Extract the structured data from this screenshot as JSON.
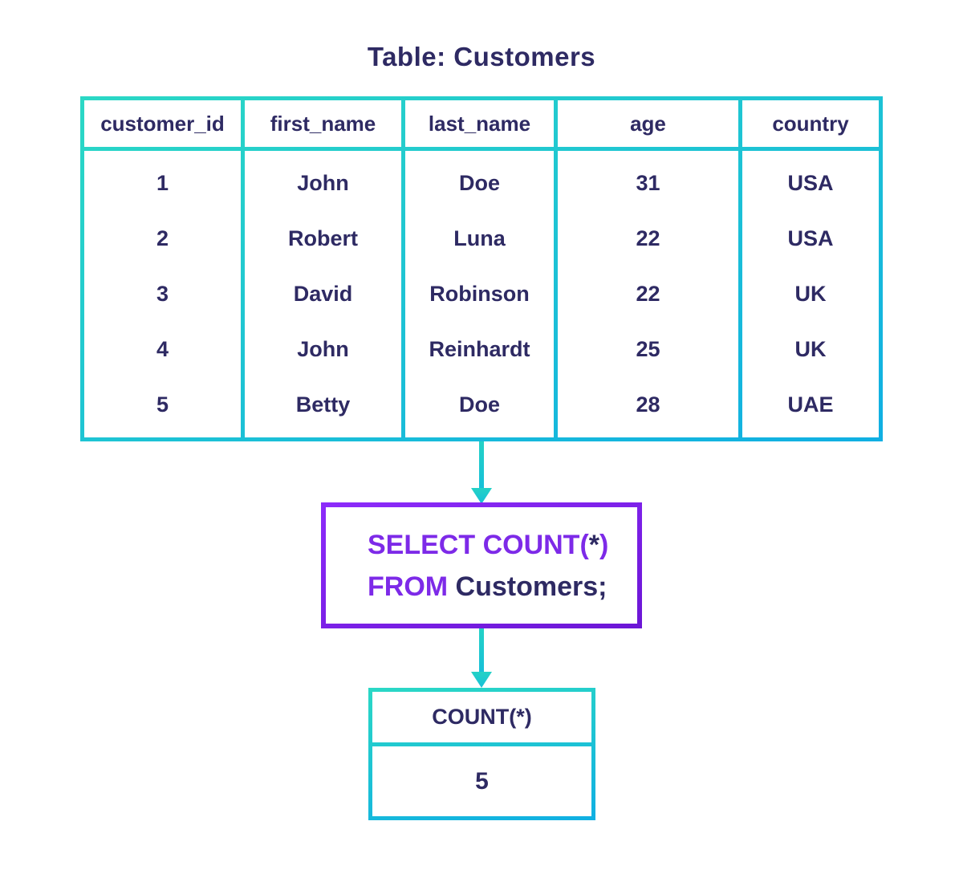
{
  "title": "Table: Customers",
  "colors": {
    "navy": "#2E2A63",
    "keyword": "#7D2AE8",
    "teal": "#2BD8C5",
    "cyan": "#10AFE3",
    "arrow_teal": "#24D2C6",
    "arrow_cyan": "#16BFD9",
    "purple_start": "#8C2BFA",
    "purple_end": "#6C16D6"
  },
  "table": {
    "columns": [
      "customer_id",
      "first_name",
      "last_name",
      "age",
      "country"
    ],
    "rows": [
      [
        "1",
        "John",
        "Doe",
        "31",
        "USA"
      ],
      [
        "2",
        "Robert",
        "Luna",
        "22",
        "USA"
      ],
      [
        "3",
        "David",
        "Robinson",
        "22",
        "UK"
      ],
      [
        "4",
        "John",
        "Reinhardt",
        "25",
        "UK"
      ],
      [
        "5",
        "Betty",
        "Doe",
        "28",
        "UAE"
      ]
    ]
  },
  "query": {
    "line1": [
      {
        "text": "SELECT COUNT(",
        "style": "keyword"
      },
      {
        "text": "*",
        "style": "plain"
      },
      {
        "text": ")",
        "style": "keyword"
      }
    ],
    "line2": [
      {
        "text": "FROM",
        "style": "keyword"
      },
      {
        "text": " Customers;",
        "style": "plain"
      }
    ]
  },
  "result": {
    "header": "COUNT(*)",
    "value": "5"
  }
}
